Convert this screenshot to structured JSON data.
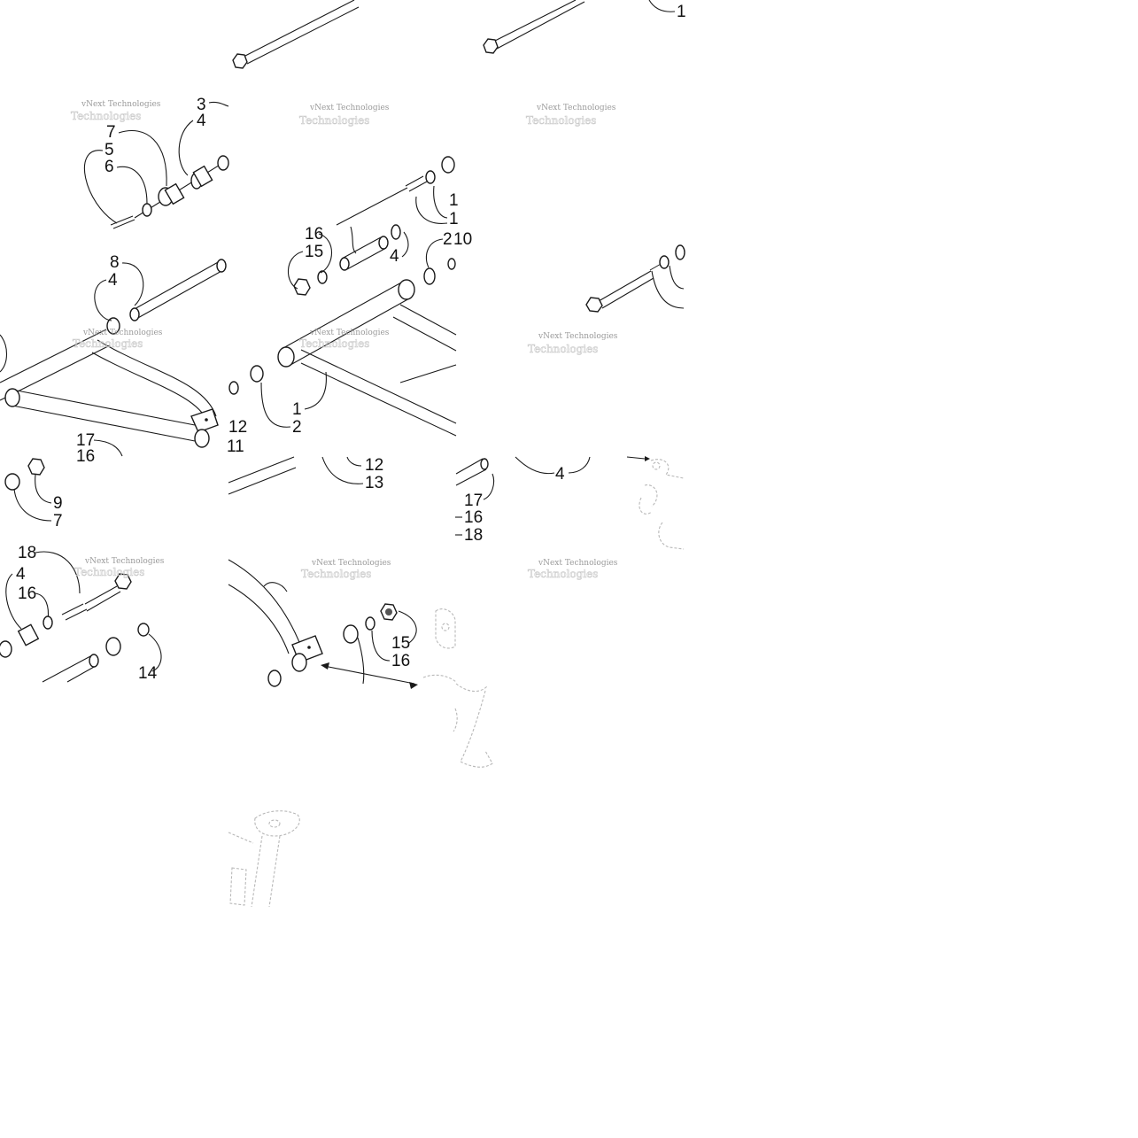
{
  "watermark": {
    "line1": "vNext Technologies",
    "line2": "Technologies"
  },
  "callouts": [
    "1",
    "3",
    "4",
    "7",
    "5",
    "6",
    "8",
    "4",
    "16",
    "15",
    "4",
    "1",
    "1",
    "2",
    "10",
    "1",
    "2",
    "12",
    "11",
    "17",
    "16",
    "9",
    "7",
    "12",
    "13",
    "4",
    "17",
    "16",
    "18",
    "18",
    "4",
    "16",
    "14",
    "15",
    "16"
  ]
}
